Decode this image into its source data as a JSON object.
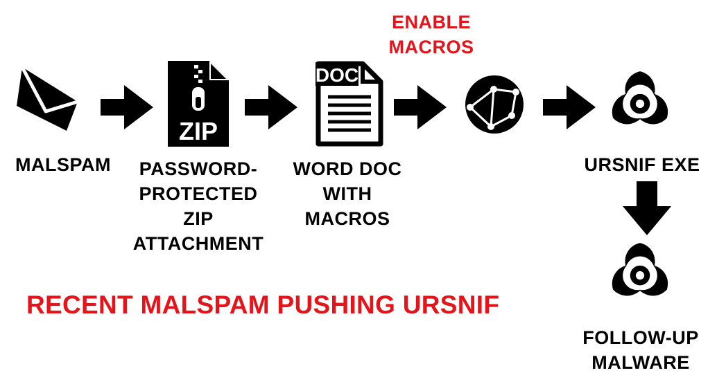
{
  "colors": {
    "accent": "#e4141a",
    "ink": "#000000"
  },
  "steps": {
    "malspam": {
      "label": "MALSPAM",
      "icon": "envelope-icon"
    },
    "zip": {
      "label_lines": [
        "PASSWORD-",
        "PROTECTED",
        "ZIP",
        "ATTACHMENT"
      ],
      "icon_text": "ZIP",
      "icon": "zip-file-icon"
    },
    "doc": {
      "label_lines": [
        "WORD DOC",
        "WITH",
        "MACROS"
      ],
      "icon_text": "DOC",
      "icon": "doc-file-icon"
    },
    "network": {
      "icon": "network-globe-icon"
    },
    "ursnif": {
      "label": "URSNIF EXE",
      "icon": "biohazard-icon"
    },
    "followup": {
      "label_lines": [
        "FOLLOW-UP",
        "MALWARE"
      ],
      "icon": "biohazard-icon"
    }
  },
  "enable_macros_lines": [
    "ENABLE",
    "MACROS"
  ],
  "title": "RECENT MALSPAM PUSHING URSNIF"
}
